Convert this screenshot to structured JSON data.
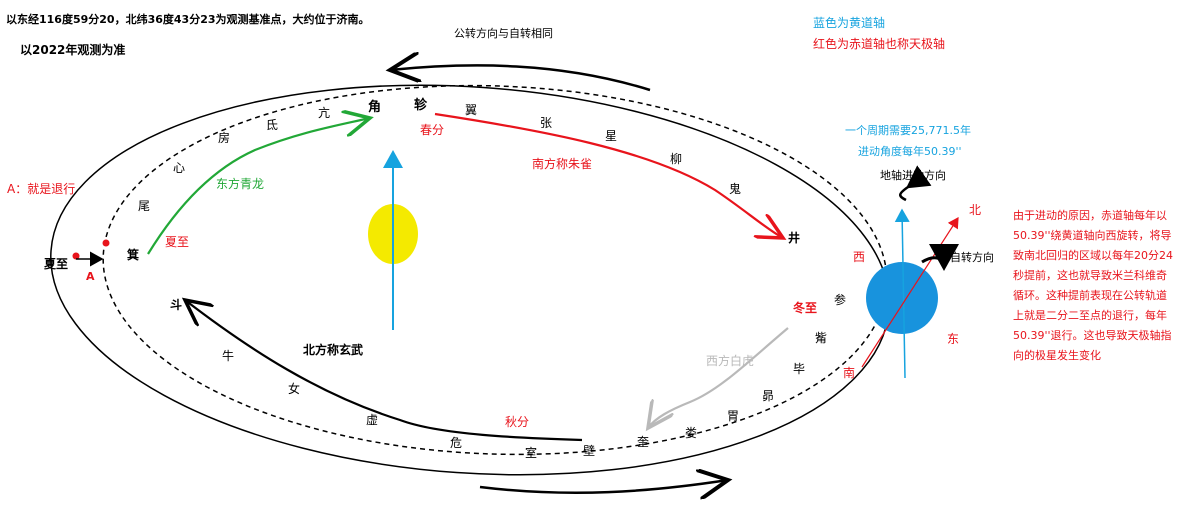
{
  "header": {
    "line1": "以东经116度59分20，北纬36度43分23为观测基准点，大约位于济南。",
    "line2": "以2022年观测为准"
  },
  "orbit_note": "公转方向与自转相同",
  "legend": {
    "blue": "蓝色为黄道轴",
    "red": "红色为赤道轴也称天极轴"
  },
  "cycle": {
    "line1": "一个周期需要25,771.5年",
    "line2": "进动角度每年50.39''"
  },
  "precession_direction": "地轴进动方向",
  "rotation_direction": "自转方向",
  "retrograde": "A：就是退行",
  "point_a": "A",
  "summer_solstice_left": "夏至",
  "quadrants": {
    "east": "东方青龙",
    "south": "南方称朱雀",
    "north": "北方称玄武",
    "west": "西方白虎"
  },
  "markers": {
    "summer_solstice": "夏至",
    "spring_equinox": "春分",
    "winter_solstice": "冬至",
    "autumn_equinox": "秋分"
  },
  "mansions": [
    "箕",
    "尾",
    "心",
    "房",
    "氐",
    "亢",
    "角",
    "轸",
    "翼",
    "张",
    "星",
    "柳",
    "鬼",
    "井",
    "参",
    "觜",
    "毕",
    "昴",
    "胃",
    "娄",
    "奎",
    "壁",
    "室",
    "危",
    "虚",
    "女",
    "牛",
    "斗"
  ],
  "earth_dirs": {
    "north": "北",
    "west": "西",
    "south": "南",
    "east": "东"
  },
  "explanation": [
    "由于进动的原因，赤道轴每年以",
    "50.39''绕黄道轴向西旋转，将导",
    "致南北回归的区域以每年20分24",
    "秒提前，这也就导致米兰科维奇",
    "循环。这种提前表现在公转轨道",
    "上就是二分二至点的退行，每年",
    "50.39''退行。这也导致天极轴指",
    "向的极星发生变化"
  ],
  "colors": {
    "sun": "#f4ea00",
    "earth": "#1893dd",
    "ecliptic_axis": "#16a3df",
    "equator_axis": "#e8141c",
    "east_arc": "#22a837",
    "south_arc": "#e8141c",
    "north_arc": "#000000",
    "west_arc": "#b9b9b9"
  }
}
